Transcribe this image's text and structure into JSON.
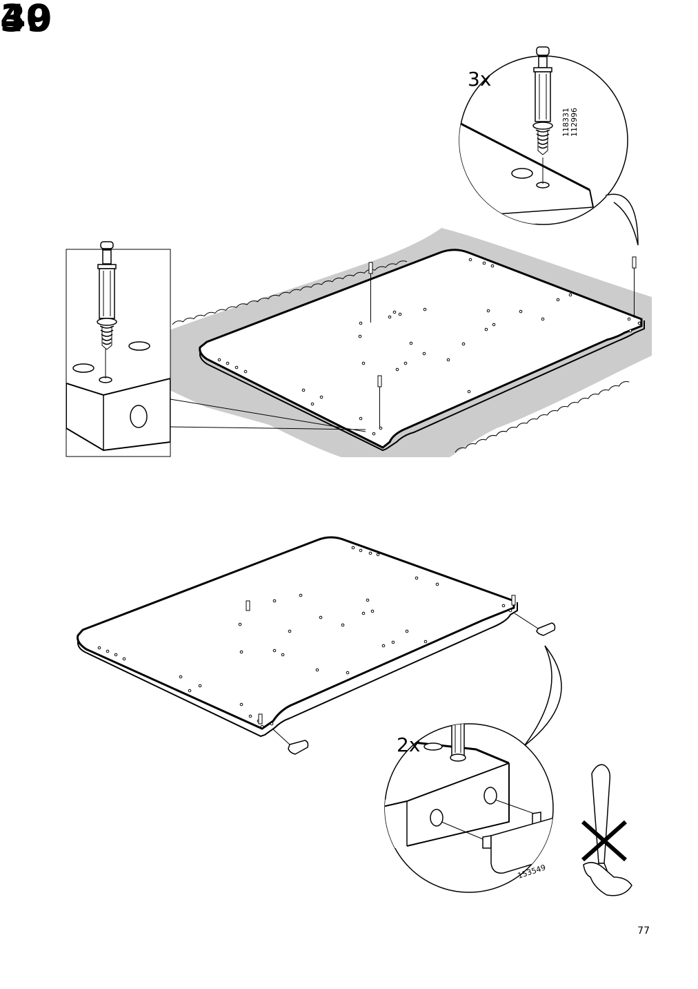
{
  "steps": [
    {
      "number": "39",
      "callout": {
        "quantity": "3x",
        "part_numbers": [
          "118331",
          "112996"
        ]
      }
    },
    {
      "number": "40",
      "callout": {
        "quantity": "2x",
        "part_number": "153549"
      }
    }
  ],
  "page_number": "77"
}
